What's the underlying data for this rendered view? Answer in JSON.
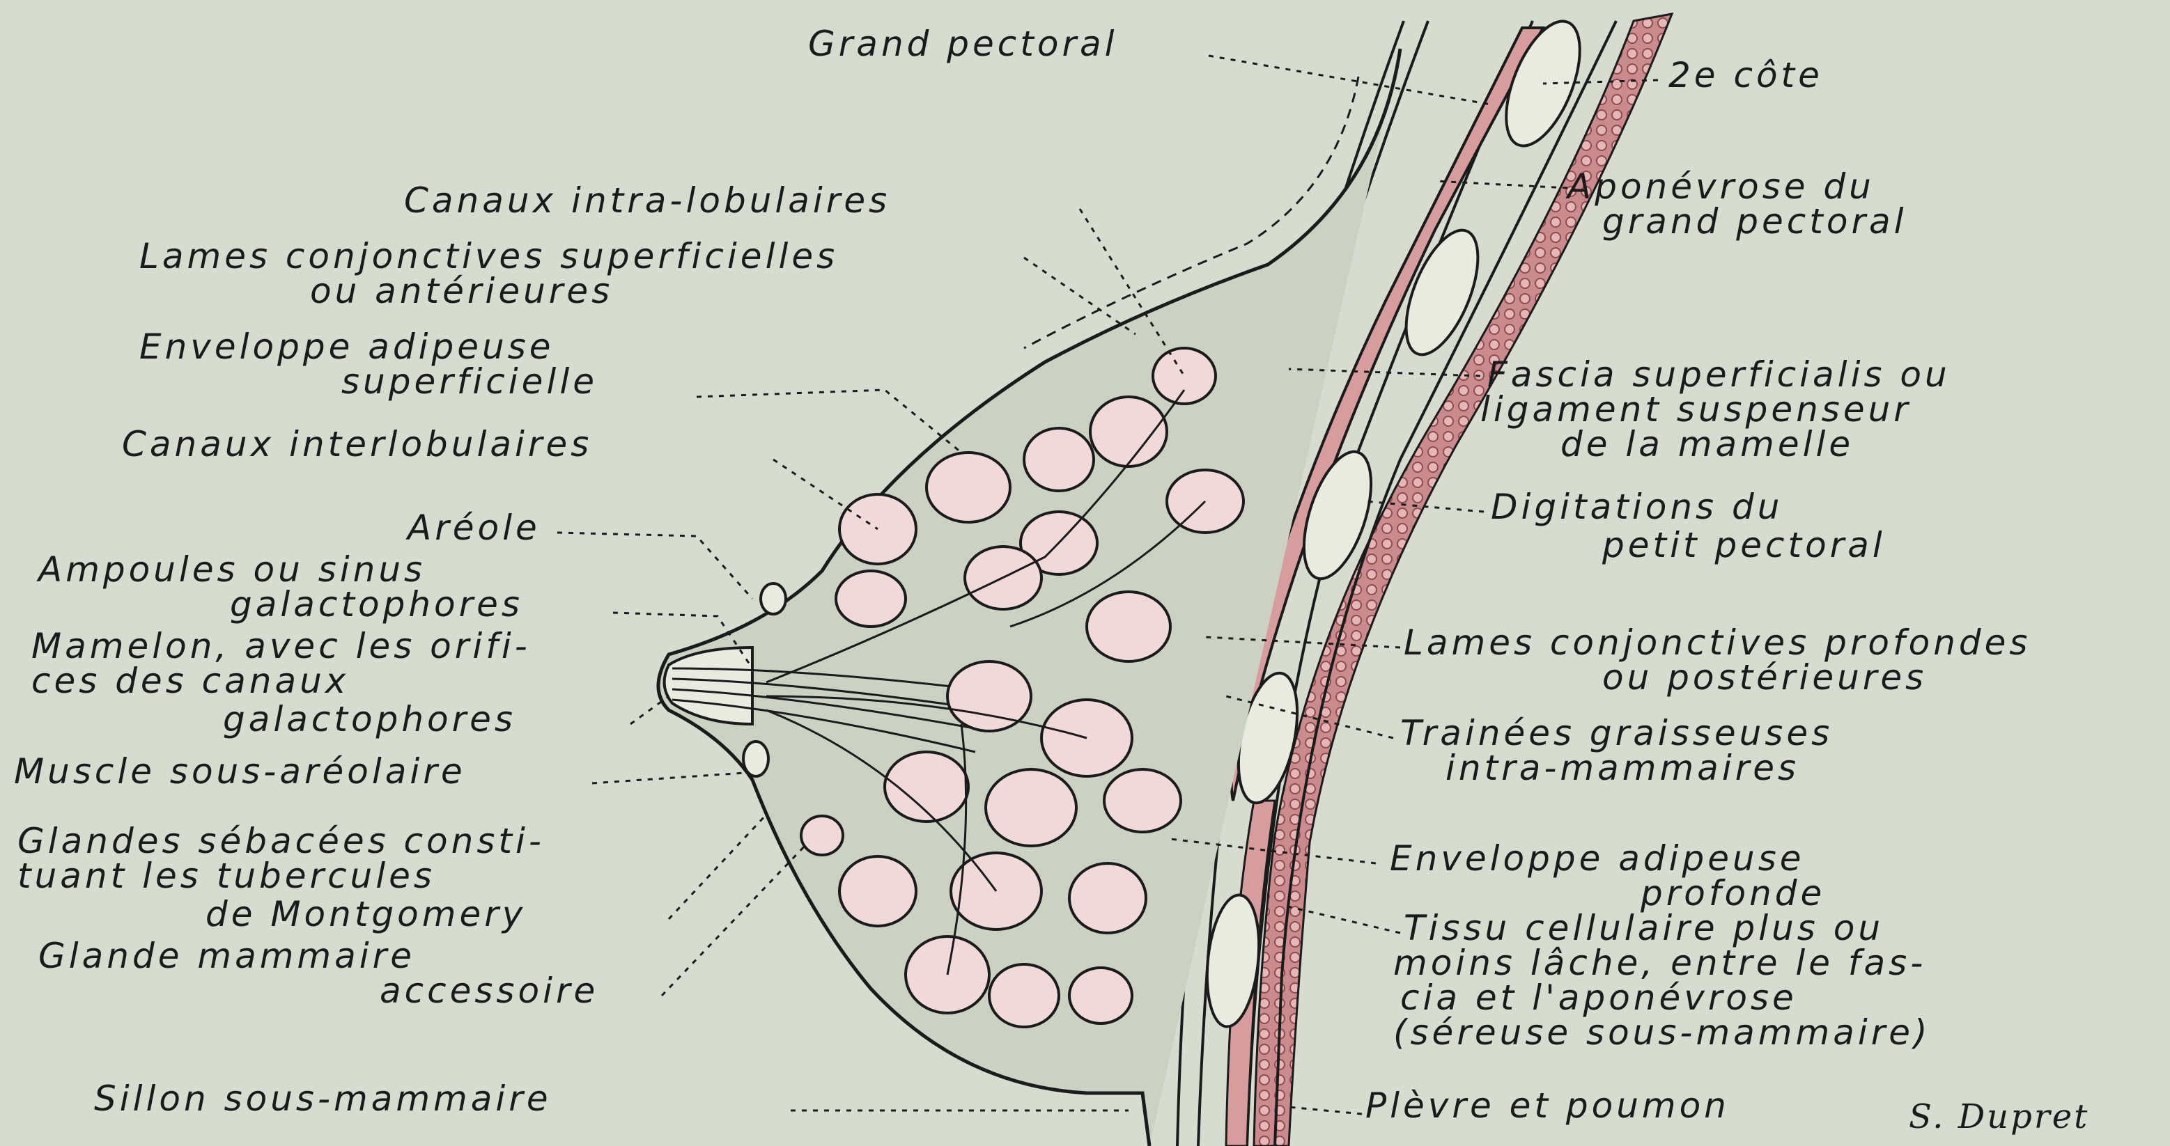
{
  "labels": {
    "grand_pectoral": "Grand pectoral",
    "cote": "2e côte",
    "canaux_intra_lobulaires": "Canaux intra-lobulaires",
    "lames_sup_1": "Lames conjonctives superficielles",
    "lames_sup_2": "ou antérieures",
    "env_sup_1": "Enveloppe adipeuse",
    "env_sup_2": "superficielle",
    "canaux_interlobulaires": "Canaux interlobulaires",
    "areole": "Aréole",
    "ampoules_1": "Ampoules ou sinus",
    "ampoules_2": "galactophores",
    "mamelon_1": "Mamelon, avec les orifi-",
    "mamelon_2": "ces des canaux",
    "mamelon_3": "galactophores",
    "muscle": "Muscle sous-aréolaire",
    "glandes_1": "Glandes sébacées consti-",
    "glandes_2": "tuant les tubercules",
    "glandes_3": "de Montgomery",
    "glande_acc_1": "Glande mammaire",
    "glande_acc_2": "accessoire",
    "sillon": "Sillon sous-mammaire",
    "aponevrose_1": "Aponévrose du",
    "aponevrose_2": "grand pectoral",
    "fascia_1": "Fascia superficialis ou",
    "fascia_2": "ligament suspenseur",
    "fascia_3": "de la mamelle",
    "digitations_1": "Digitations du",
    "digitations_2": "petit pectoral",
    "lames_prof_1": "Lames conjonctives profondes",
    "lames_prof_2": "ou postérieures",
    "trainees_1": "Trainées graisseuses",
    "trainees_2": "intra-mammaires",
    "env_prof_1": "Enveloppe adipeuse",
    "env_prof_2": "profonde",
    "tissu_1": "Tissu cellulaire plus ou",
    "tissu_2": "moins lâche, entre le fas-",
    "tissu_3": "cia et l'aponévrose",
    "tissu_4": "(séreuse sous-mammaire)",
    "plevre": "Plèvre et poumon",
    "signature": "S. Dupret"
  },
  "colors": {
    "background": "#d7dbd0",
    "ink": "#1b1b1b",
    "muscle": "#d79c9e",
    "lobule": "#f2d9d9",
    "lung": "#b56b6f"
  }
}
